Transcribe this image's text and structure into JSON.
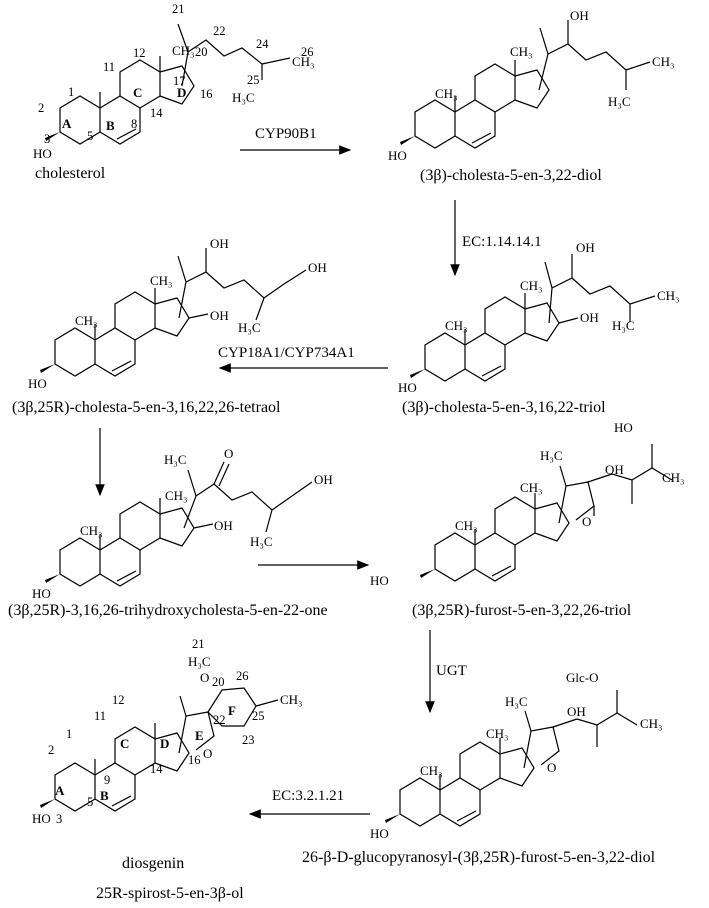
{
  "compounds": {
    "cholesterol": "cholesterol",
    "diol": "(3β)-cholesta-5-en-3,22-diol",
    "triol": "(3β)-cholesta-5-en-3,16,22-triol",
    "tetraol": "(3β,25R)-cholesta-5-en-3,16,22,26-tetraol",
    "trihydroxy": "(3β,25R)-3,16,26-trihydroxycholesta-5-en-22-one",
    "furostriol": "(3β,25R)-furost-5-en-3,22,26-triol",
    "glucoside": "26-β-D-glucopyranosyl-(3β,25R)-furost-5-en-3,22-diol",
    "diosgenin": "diosgenin",
    "diosgenin_systematic": "25R-spirost-5-en-3β-ol"
  },
  "enzymes": {
    "step1": "CYP90B1",
    "step2": "EC:1.14.14.1",
    "step3": "CYP18A1/CYP734A1",
    "step6": "UGT",
    "step7": "EC:3.2.1.21"
  },
  "atoms": {
    "oh": "OH",
    "ho": "HO",
    "o": "O",
    "ch3": "CH₃",
    "h3c": "H₃C",
    "glc": "Glc-O"
  },
  "ring_letters": [
    "A",
    "B",
    "C",
    "D",
    "E",
    "F"
  ],
  "atom_numbers": [
    "1",
    "2",
    "3",
    "5",
    "8",
    "9",
    "11",
    "12",
    "14",
    "16",
    "17",
    "20",
    "21",
    "22",
    "23",
    "24",
    "25",
    "26"
  ]
}
